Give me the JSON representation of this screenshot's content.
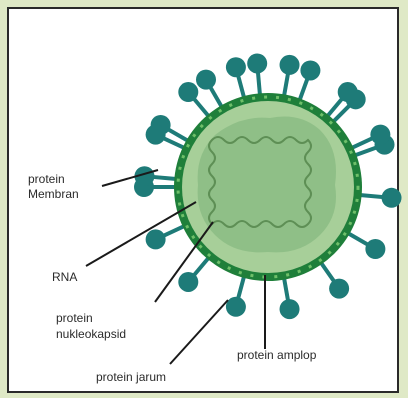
{
  "labels": {
    "membrane_protein_line1": "protein",
    "membrane_protein_line2": "Membran",
    "rna": "RNA",
    "nucleocapsid_line1": "protein",
    "nucleocapsid_line2": "nukleokapsid",
    "envelope": "protein amplop",
    "spike": "protein jarum"
  },
  "colors": {
    "background": "#dfe9c6",
    "spike": "#1e7b78",
    "envelope_outer": "#1f7f3a",
    "envelope_inner": "#a7cf99",
    "core": "#8fbf87",
    "rna": "#5e8f55",
    "label_text": "#2b2b2b"
  },
  "icons": {
    "virus": "coronavirus-diagram"
  }
}
